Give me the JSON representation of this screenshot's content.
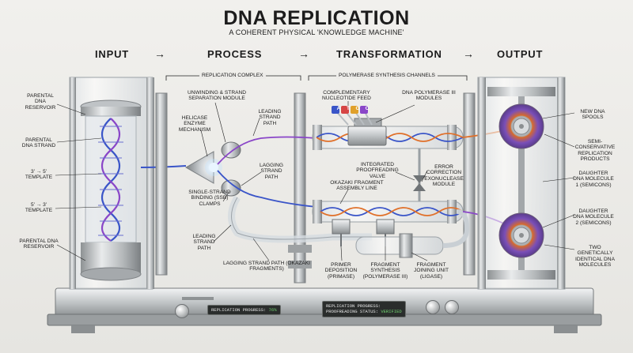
{
  "title": "DNA REPLICATION",
  "subtitle": "A COHERENT PHYSICAL 'KNOWLEDGE MACHINE'",
  "stages": {
    "input": "INPUT",
    "process": "PROCESS",
    "transformation": "TRANSFORMATION",
    "output": "OUTPUT",
    "arrow": "→"
  },
  "sections": {
    "replication_complex": "REPLICATION COMPLEX",
    "polymerase_channels": "POLYMERASE SYNTHESIS CHANNELS"
  },
  "labels": {
    "parental_reservoir_top": "PARENTAL DNA RESERVOIR",
    "parental_strand": "PARENTAL DNA STRAND",
    "template_3_5": "3' → 5' TEMPLATE",
    "template_5_3": "5' → 3' TEMPLATE",
    "parental_reservoir_bottom": "PARENTAL DNA RESERVOIR",
    "unwinding": "UNWINDING & STRAND SEPARATION MODULE",
    "helicase": "HELICASE ENZYME MECHANISM",
    "leading_path_top": "LEADING STRAND PATH",
    "lagging_path": "LAGGING STRAND PATH",
    "ssb": "SINGLE-STRAND BINDING (SSB) CLAMPS",
    "leading_path_bottom": "LEADING STRAND PATH",
    "lagging_okazaki": "LAGGING STRAND PATH (OKAZAKI FRAGMENTS)",
    "nucleotide_feed": "COMPLEMENTARY NUCLEOTIDE FEED",
    "polymerase": "DNA POLYMERASE III MODULES",
    "proofreading_valve": "INTEGRATED PROOFREADING VALVE",
    "error_correction": "ERROR CORRECTION EXONUCLEASE MODULE",
    "okazaki_line": "OKAZAKI FRAGMENT ASSEMBLY LINE",
    "primer": "PRIMER DEPOSITION (PRIMASE)",
    "fragment_synthesis": "FRAGMENT SYNTHESIS (POLYMERASE III)",
    "fragment_joining": "FRAGMENT JOINING UNIT (LIGASE)",
    "new_spools": "NEW DNA SPOOLS",
    "semi_conservative": "SEMI-CONSERVATIVE REPLICATION PRODUCTS",
    "daughter1": "DAUGHTER DNA MOLECULE 1 (SEMICONS)",
    "daughter2": "DAUGHTER DNA MOLECULE 2 (SEMICONS)",
    "identical": "TWO GENETICALLY IDENTICAL DNA MOLECULES"
  },
  "nucleotides": [
    "A",
    "T",
    "G",
    "C"
  ],
  "panels": {
    "progress_label": "REPLICATION PROGRESS:",
    "progress_value": "76%",
    "status_label": "PROOFREADING STATUS:",
    "status_value": "VERIFIED"
  },
  "colors": {
    "strand_blue": "#3a55c8",
    "strand_purple": "#8a46c8",
    "strand_orange": "#e0702a",
    "verified_green": "#72d672"
  }
}
